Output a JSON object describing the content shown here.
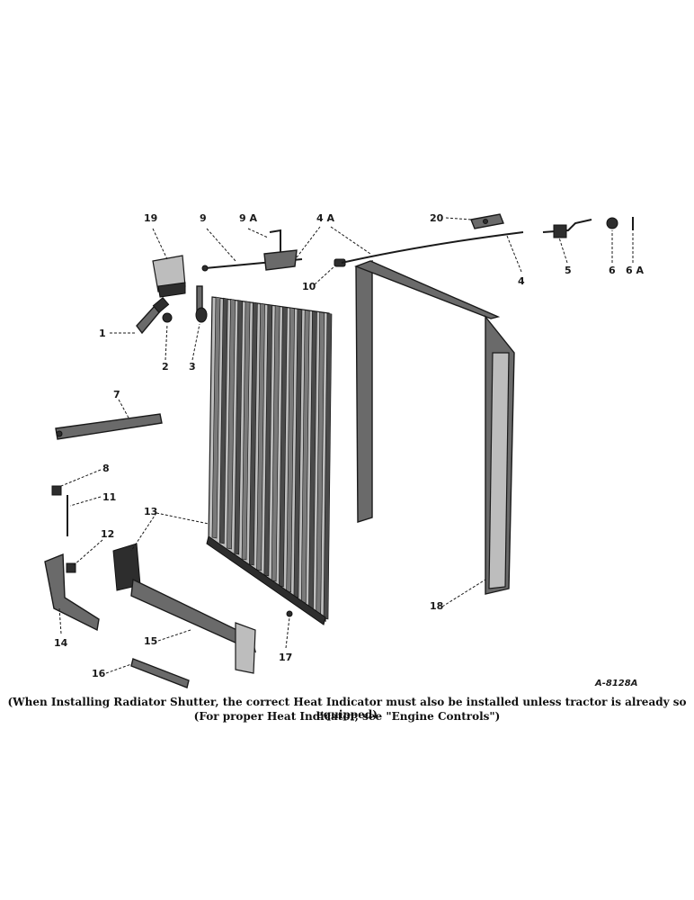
{
  "labels": {
    "p1": "1",
    "p2": "2",
    "p3": "3",
    "p4": "4",
    "p4a": "4 A",
    "p5": "5",
    "p6": "6",
    "p6a": "6 A",
    "p7": "7",
    "p8": "8",
    "p9": "9",
    "p9a": "9 A",
    "p10": "10",
    "p11": "11",
    "p12": "12",
    "p13": "13",
    "p14": "14",
    "p15": "15",
    "p16": "16",
    "p17": "17",
    "p18": "18",
    "p19": "19",
    "p20": "20"
  },
  "drawing_code": "A-8128A",
  "caption": {
    "line1": "(When Installing Radiator Shutter, the correct Heat Indicator must also be installed unless tractor is already so equipped)",
    "line2": "(For proper Heat Indicator, see \"Engine Controls\")"
  }
}
